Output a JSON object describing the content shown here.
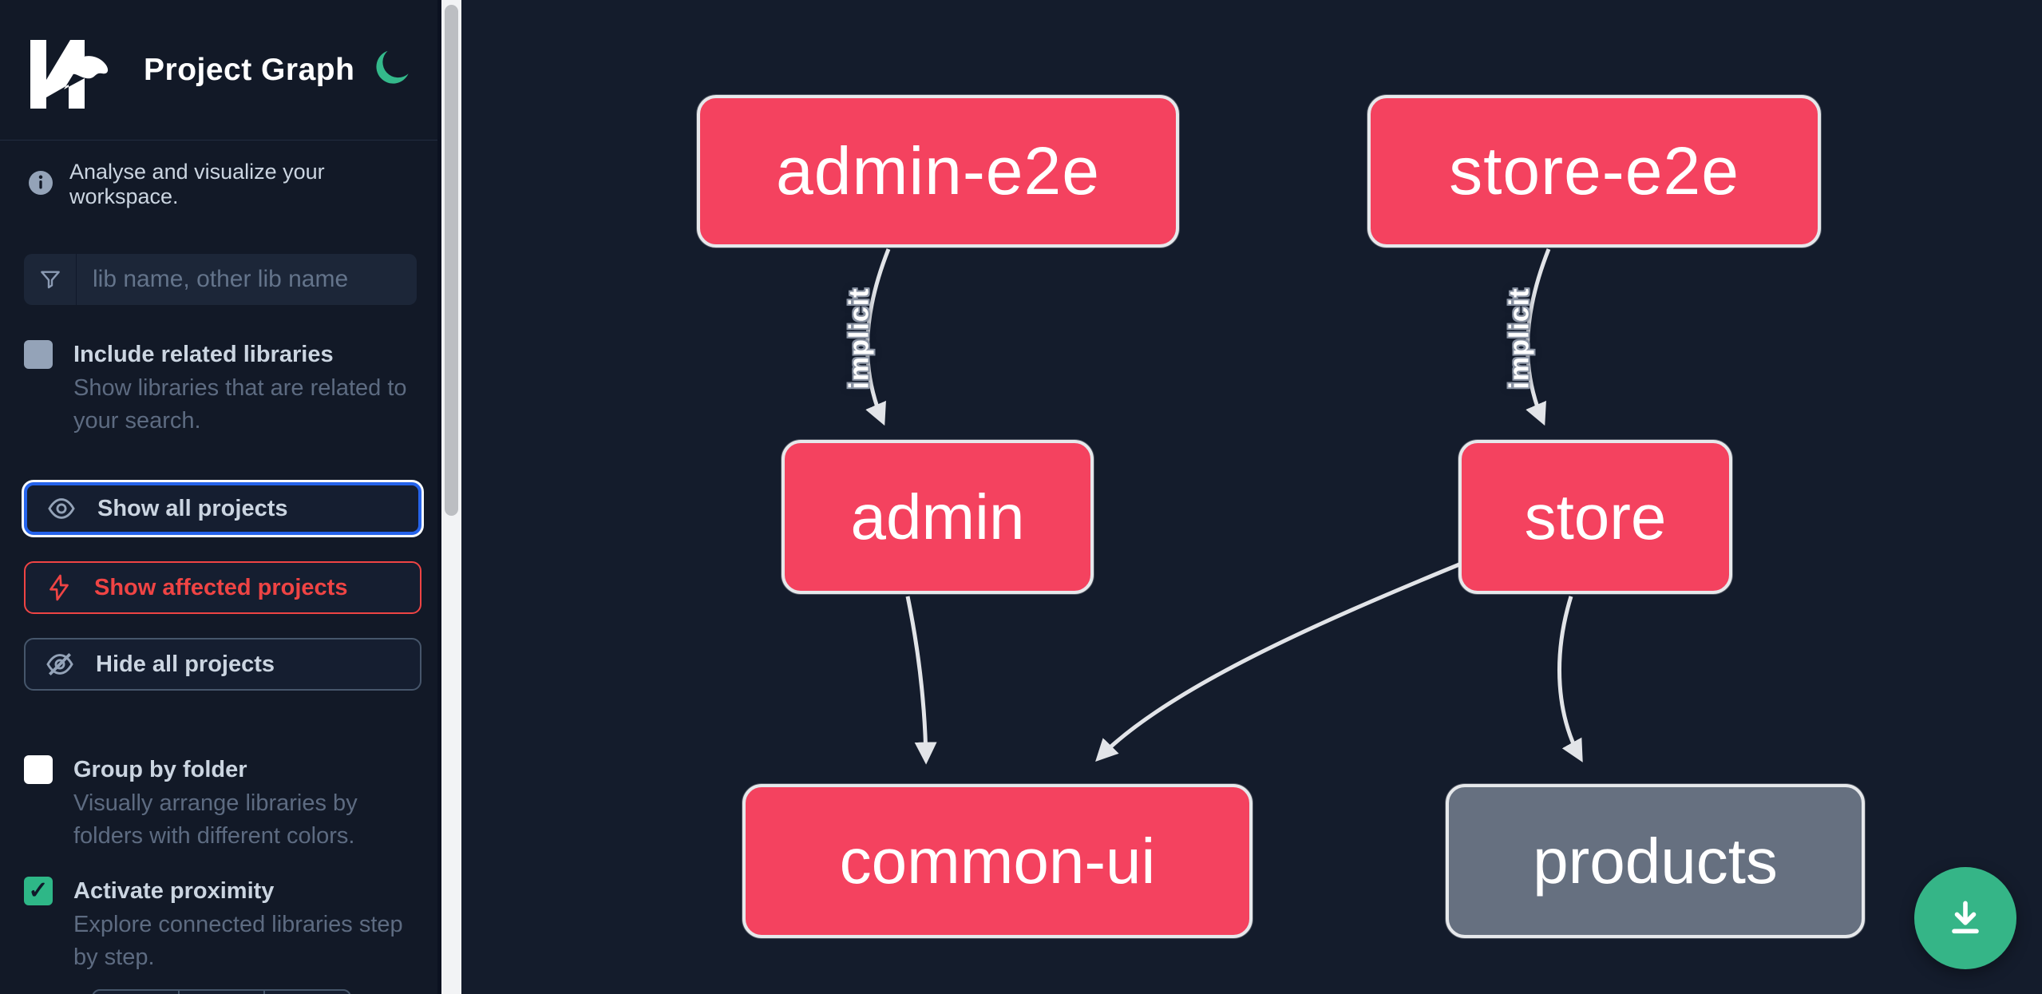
{
  "header": {
    "logo_text": "Nx",
    "title": "Project Graph",
    "theme_toggle_icon": "moon-icon"
  },
  "sidebar": {
    "info_text": "Analyse and visualize your workspace.",
    "search": {
      "placeholder": "lib name, other lib name",
      "icon": "funnel-icon",
      "value": ""
    },
    "buttons": [
      {
        "label": "Show all projects",
        "icon": "eye-icon",
        "state": "focused"
      },
      {
        "label": "Show affected projects",
        "icon": "bolt-icon",
        "state": "affected"
      },
      {
        "label": "Hide all projects",
        "icon": "eye-off-icon",
        "state": "default"
      }
    ],
    "toggles": [
      {
        "label": "Include related libraries",
        "description": "Show libraries that are related to your search.",
        "checked": false
      },
      {
        "label": "Group by folder",
        "description": "Visually arrange libraries by folders with different colors.",
        "checked": false
      },
      {
        "label": "Activate proximity",
        "description": "Explore connected libraries step by step.",
        "checked": true
      }
    ],
    "proximity_check_glyph": "✓"
  },
  "graph": {
    "nodes": [
      {
        "id": "admin-e2e",
        "label": "admin-e2e",
        "type": "app"
      },
      {
        "id": "store-e2e",
        "label": "store-e2e",
        "type": "app"
      },
      {
        "id": "admin",
        "label": "admin",
        "type": "app"
      },
      {
        "id": "store",
        "label": "store",
        "type": "app"
      },
      {
        "id": "common-ui",
        "label": "common-ui",
        "type": "app"
      },
      {
        "id": "products",
        "label": "products",
        "type": "unfocused"
      }
    ],
    "edges": [
      {
        "source": "admin-e2e",
        "target": "admin",
        "label": "implicit"
      },
      {
        "source": "store-e2e",
        "target": "store",
        "label": "implicit"
      },
      {
        "source": "admin",
        "target": "common-ui",
        "label": ""
      },
      {
        "source": "store",
        "target": "common-ui",
        "label": ""
      },
      {
        "source": "store",
        "target": "products",
        "label": ""
      }
    ]
  },
  "fab": {
    "icon": "download-icon"
  },
  "colors": {
    "node_app": "#f4425f",
    "node_unfocused": "#667080",
    "node_border": "#e6e8eb",
    "edge": "#e2e4e8",
    "focus_blue": "#2563eb",
    "affected_red": "#ef4444",
    "fab_green": "#35b587",
    "moon_green": "#34b98b",
    "sidebar_bg": "#121927",
    "canvas_bg": "#141c2c"
  }
}
